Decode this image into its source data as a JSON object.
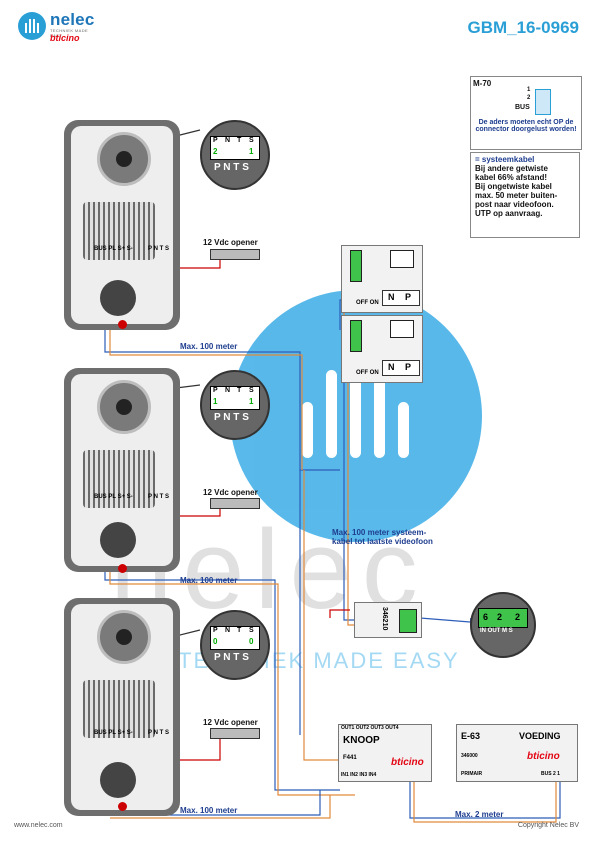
{
  "brand": {
    "name": "nelec",
    "tagline": "TECHNIEK MADE EASY",
    "sub": "bticino"
  },
  "doc_id": "GBM_16-0969",
  "footer": {
    "left": "www.nelec.com",
    "right": "Copyright Nelec BV"
  },
  "watermark": {
    "word": "nelec",
    "tagline": "TECHNIEK MADE EASY"
  },
  "m70": {
    "title": "M-70",
    "t1": "1",
    "t2": "2",
    "bus": "BUS",
    "note": "De aders moeten echt OP de connector doorgelust worden!"
  },
  "cable_note": {
    "legend": "= systeemkabel",
    "lines": [
      "Bij andere getwiste",
      "kabel 66% afstand!",
      "Bij ongetwiste kabel",
      "max. 50 meter buiten-",
      "post naar videofoon.",
      "UTP op aanvraag."
    ]
  },
  "panel_labels": {
    "bus": "BUS",
    "pl": "PL",
    "s_plus": "S+",
    "s_minus": "S-",
    "p": "P",
    "n": "N",
    "t": "T",
    "s": "S"
  },
  "zoom_headers": [
    "P",
    "N",
    "T",
    "S"
  ],
  "zoom_values": [
    [
      "2",
      "",
      "",
      "1"
    ],
    [
      "1",
      "",
      "",
      "1"
    ],
    [
      "0",
      "",
      "",
      "0"
    ]
  ],
  "opener": "12 Vdc opener",
  "distances": {
    "d1": "Max. 100 meter",
    "d2": "Max. 100 meter",
    "d3": "Max. 100 meter",
    "d4": "Max. 2 meter",
    "system": "Max. 100 meter systeem-\nkabel tot laatste videofoon"
  },
  "monitor": {
    "n": "N",
    "p": "P",
    "off": "OFF",
    "on": "ON"
  },
  "dist_module": {
    "code": "346210",
    "zoom_values": [
      "6",
      "2",
      "2"
    ],
    "zoom_labels": [
      "IN",
      "OUT",
      "M",
      "S"
    ]
  },
  "knoop": {
    "title": "KNOOP",
    "code": "F441",
    "brand": "bticino",
    "outs": [
      "OUT1",
      "OUT2",
      "OUT3",
      "OUT4"
    ],
    "ins": [
      "IN1",
      "IN2",
      "IN3",
      "IN4"
    ]
  },
  "voeding": {
    "title": "E-63",
    "label": "VOEDING",
    "code": "346000",
    "brand": "bticino",
    "left_term": "PRIMAIR",
    "right_term": "BUS 2 1"
  }
}
